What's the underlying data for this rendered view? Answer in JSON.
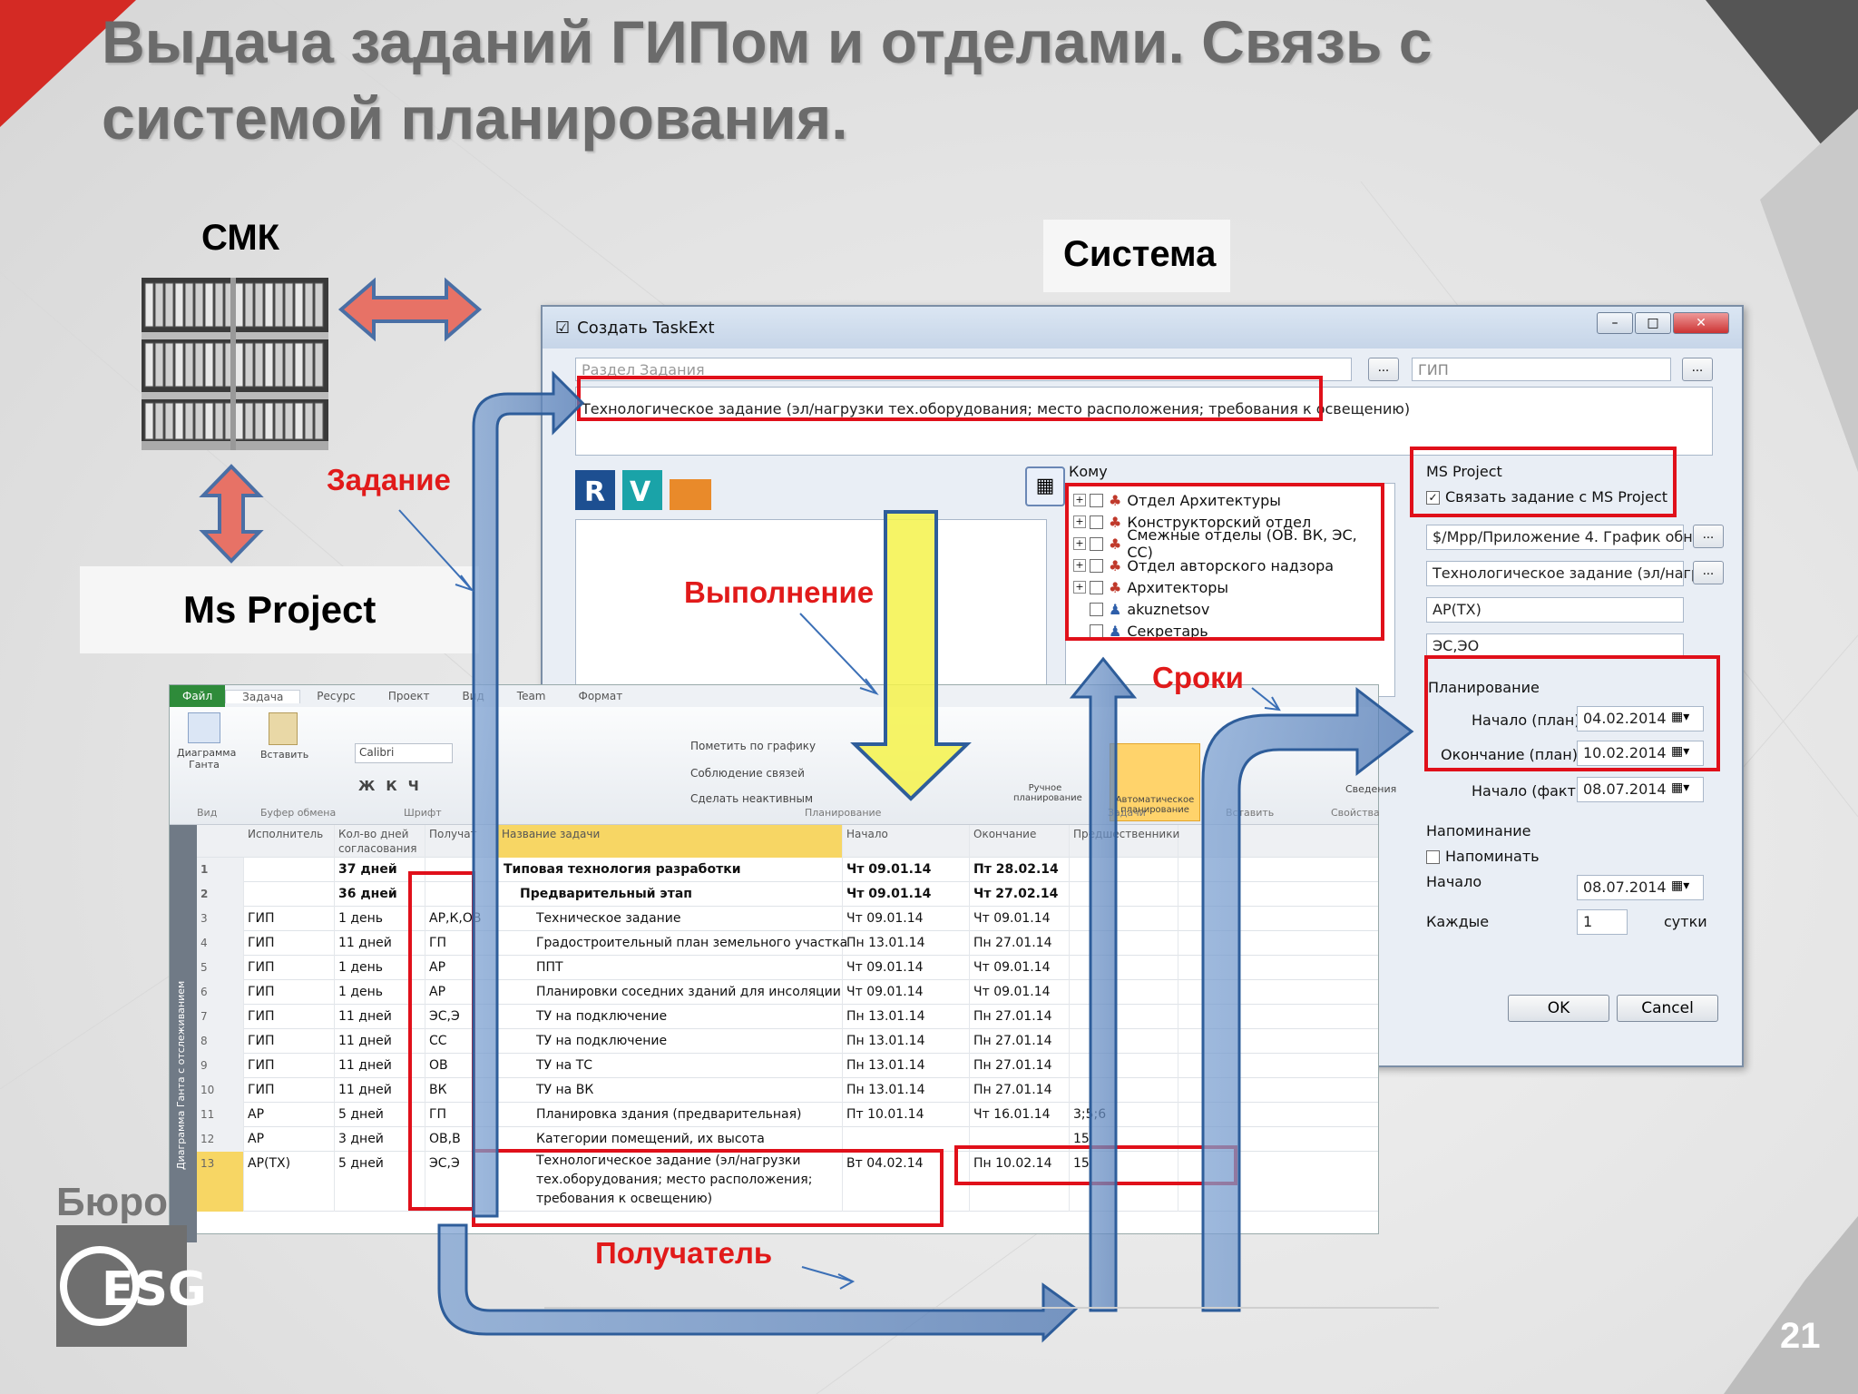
{
  "slide": {
    "title": "Выдача заданий ГИПом и отделами. Связь с системой планирования.",
    "page_number": "21",
    "smk_label": "СМК",
    "system_label": "Система",
    "ms_project_label": "Ms Project",
    "annotations": {
      "task": "Задание",
      "execution": "Выполнение",
      "deadlines": "Сроки",
      "recipient": "Получатель"
    },
    "logo_text": "Бюро",
    "logo_mark": "ESG",
    "colors": {
      "accent_red": "#e11a1a",
      "arrow_blue": "#5b84bd",
      "arrow_yellow": "#f2f24a"
    }
  },
  "dialog": {
    "title": "Создать TaskExt",
    "section_placeholder": "Раздел Задания",
    "gip_field": "ГИП",
    "task_text": "Технологическое задание (эл/нагрузки тех.оборудования; место расположения; требования к освещению)",
    "to_label": "Кому",
    "recipients": [
      "Отдел Архитектуры",
      "Конструкторский отдел",
      "Смежные отделы (ОВ. ВК, ЭС, СС)",
      "Отдел авторского надзора",
      "Архитекторы",
      "akuznetsov",
      "Секретарь"
    ],
    "msproject_group": "MS Project",
    "link_checkbox": "Связать задание с MS Project",
    "ms_fields": [
      "$/Mpp/Приложение 4. График обн",
      "Технологическое задание (эл/нагр",
      "АР(ТХ)",
      "ЭС,ЭО"
    ],
    "planning_group": "Планирование",
    "plan_start_label": "Начало (план)",
    "plan_start": "04.02.2014",
    "plan_end_label": "Окончание (план)",
    "plan_end": "10.02.2014",
    "fact_start_label": "Начало (факт)",
    "fact_start": "08.07.2014",
    "reminder_group": "Напоминание",
    "remind_checkbox": "Напоминать",
    "reminder_start_label": "Начало",
    "reminder_start": "08.07.2014",
    "every_label": "Каждые",
    "every_value": "1",
    "every_unit": "сутки",
    "ok_label": "OK",
    "cancel_label": "Cancel"
  },
  "project": {
    "tabs": [
      "Файл",
      "Задача",
      "Ресурс",
      "Проект",
      "Вид",
      "Team",
      "Формат"
    ],
    "ribbon": {
      "gantt_label": "Диаграмма Ганта",
      "paste_label": "Вставить",
      "font_name": "Calibri",
      "view_group": "Вид",
      "clipboard_group": "Буфер обмена",
      "font_group": "Шрифт",
      "schedule_group": "Планирование",
      "tasks_group": "Задачи",
      "insert_group": "Вставить",
      "properties_group": "Свойства",
      "mark_on_track": "Пометить по графику",
      "respect_links": "Соблюдение связей",
      "inactivate": "Сделать неактивным",
      "manual": "Ручное планирование",
      "auto": "Автоматическое планирование",
      "task": "Задача",
      "info": "Сведения"
    },
    "side_label": "Диаграмма Ганта с отслеживанием",
    "columns": [
      "Исполнитель",
      "Кол-во дней согласования",
      "Получат",
      "Название задачи",
      "Начало",
      "Окончание",
      "Предшественники"
    ],
    "rows": [
      {
        "n": "1",
        "exec": "",
        "days": "37 дней",
        "recv": "",
        "name": "Типовая технология разработки",
        "start": "Чт 09.01.14",
        "end": "Пт 28.02.14",
        "pred": "",
        "bold": true,
        "indent": 0
      },
      {
        "n": "2",
        "exec": "",
        "days": "36 дней",
        "recv": "",
        "name": "Предварительный этап",
        "start": "Чт 09.01.14",
        "end": "Чт 27.02.14",
        "pred": "",
        "bold": true,
        "indent": 1
      },
      {
        "n": "3",
        "exec": "ГИП",
        "days": "1 день",
        "recv": "АР,К,ОВ",
        "name": "Техническое задание",
        "start": "Чт 09.01.14",
        "end": "Чт 09.01.14",
        "pred": "",
        "bold": false,
        "indent": 2
      },
      {
        "n": "4",
        "exec": "ГИП",
        "days": "11 дней",
        "recv": "ГП",
        "name": "Градостроительный план земельного участка",
        "start": "Пн 13.01.14",
        "end": "Пн 27.01.14",
        "pred": "",
        "bold": false,
        "indent": 2
      },
      {
        "n": "5",
        "exec": "ГИП",
        "days": "1 день",
        "recv": "АР",
        "name": "ППТ",
        "start": "Чт 09.01.14",
        "end": "Чт 09.01.14",
        "pred": "",
        "bold": false,
        "indent": 2
      },
      {
        "n": "6",
        "exec": "ГИП",
        "days": "1 день",
        "recv": "АР",
        "name": "Планировки соседних зданий для инсоляции",
        "start": "Чт 09.01.14",
        "end": "Чт 09.01.14",
        "pred": "",
        "bold": false,
        "indent": 2
      },
      {
        "n": "7",
        "exec": "ГИП",
        "days": "11 дней",
        "recv": "ЭС,Э",
        "name": "ТУ на подключение",
        "start": "Пн 13.01.14",
        "end": "Пн 27.01.14",
        "pred": "",
        "bold": false,
        "indent": 2
      },
      {
        "n": "8",
        "exec": "ГИП",
        "days": "11 дней",
        "recv": "СС",
        "name": "ТУ на подключение",
        "start": "Пн 13.01.14",
        "end": "Пн 27.01.14",
        "pred": "",
        "bold": false,
        "indent": 2
      },
      {
        "n": "9",
        "exec": "ГИП",
        "days": "11 дней",
        "recv": "ОВ",
        "name": "ТУ на ТС",
        "start": "Пн 13.01.14",
        "end": "Пн 27.01.14",
        "pred": "",
        "bold": false,
        "indent": 2
      },
      {
        "n": "10",
        "exec": "ГИП",
        "days": "11 дней",
        "recv": "ВК",
        "name": "ТУ на ВК",
        "start": "Пн 13.01.14",
        "end": "Пн 27.01.14",
        "pred": "",
        "bold": false,
        "indent": 2
      },
      {
        "n": "11",
        "exec": "АР",
        "days": "5 дней",
        "recv": "ГП",
        "name": "Планировка здания (предварительная)",
        "start": "Пт 10.01.14",
        "end": "Чт 16.01.14",
        "pred": "3;5;6",
        "bold": false,
        "indent": 2
      },
      {
        "n": "12",
        "exec": "АР",
        "days": "3 дней",
        "recv": "ОВ,В",
        "name": "Категории помещений, их высота",
        "start": "",
        "end": "",
        "pred": "15",
        "bold": false,
        "indent": 2
      },
      {
        "n": "13",
        "exec": "АР(ТХ)",
        "days": "5 дней",
        "recv": "ЭС,Э",
        "name": "Технологическое задание (эл/нагрузки тех.оборудования; место расположения; требования к освещению)",
        "start": "Вт 04.02.14",
        "end": "Пн 10.02.14",
        "pred": "15",
        "bold": false,
        "indent": 2
      }
    ]
  }
}
